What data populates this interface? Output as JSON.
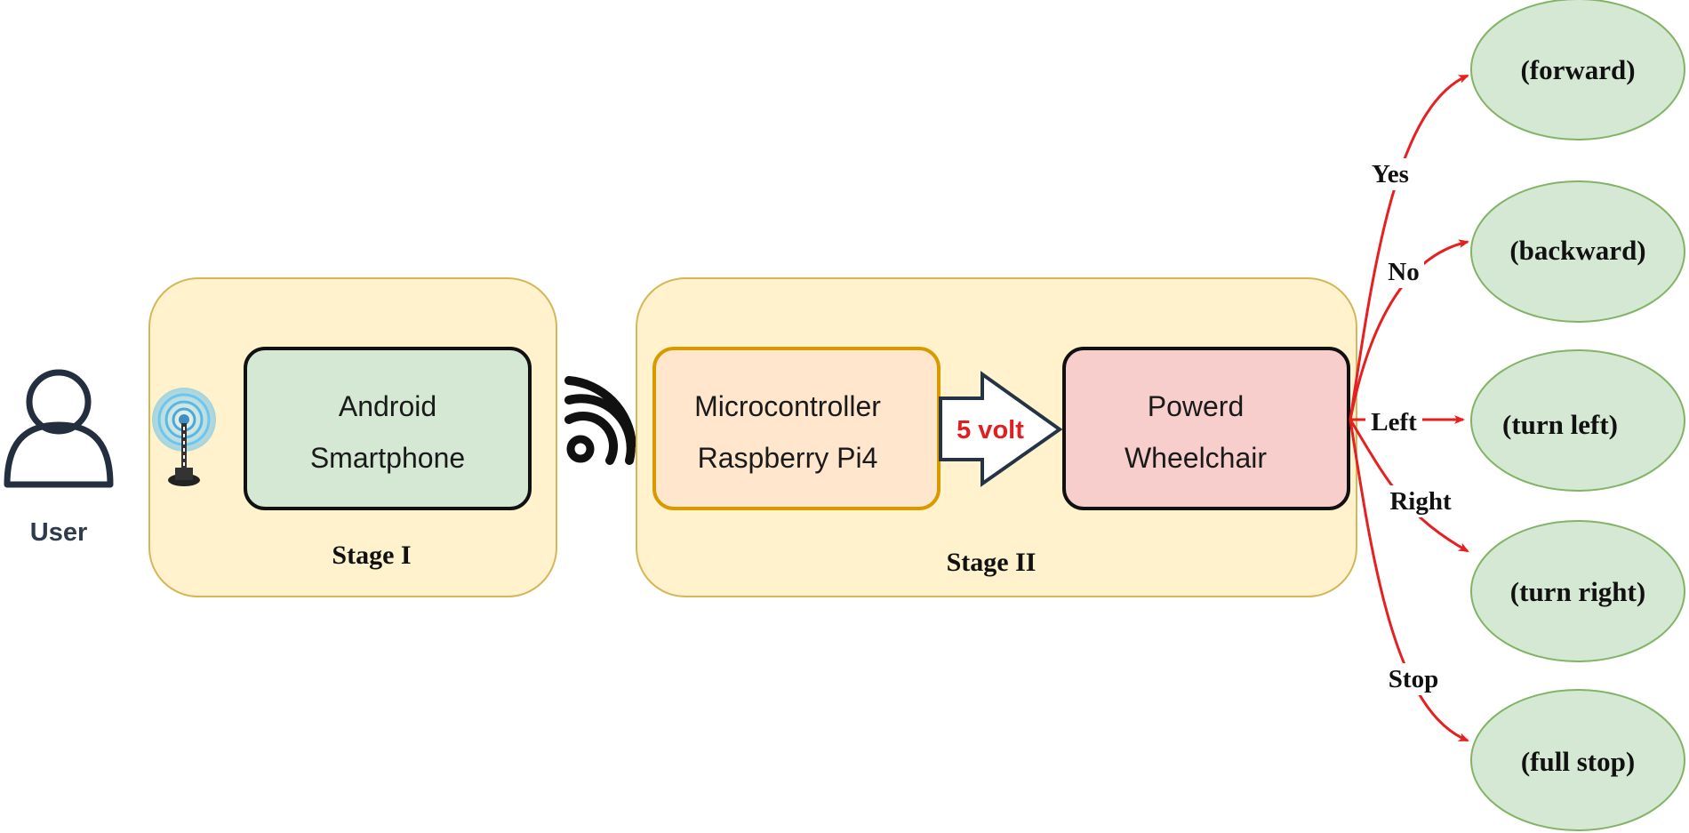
{
  "user": {
    "label": "User"
  },
  "stage1": {
    "label": "Stage I",
    "device": {
      "line1": "Android",
      "line2": "Smartphone"
    }
  },
  "stage2": {
    "label": "Stage II",
    "controller": {
      "line1": "Microcontroller",
      "line2": "Raspberry Pi4"
    },
    "power_arrow": {
      "label": "5 volt"
    },
    "wheelchair": {
      "line1": "Powerd",
      "line2": "Wheelchair"
    }
  },
  "commands": [
    {
      "command": "Yes",
      "action": "(forward)"
    },
    {
      "command": "No",
      "action": "(backward)"
    },
    {
      "command": "Left",
      "action": "(turn left)"
    },
    {
      "command": "Right",
      "action": "(turn right)"
    },
    {
      "command": "Stop",
      "action": "(full stop)"
    }
  ],
  "colors": {
    "stage_fill": "#fff2cc",
    "stage_stroke": "#d6b656",
    "device_fill": "#d5e8d4",
    "controller_fill": "#ffe6cc",
    "controller_stroke": "#d79b00",
    "wheelchair_fill": "#f8cecc",
    "output_fill": "#d5e8d4",
    "output_stroke": "#82b366",
    "edge": "#e62020",
    "volt_text": "#e02020"
  },
  "icons": {
    "user": "user-icon",
    "antenna": "antenna-icon",
    "wireless": "wireless-signal-icon"
  }
}
